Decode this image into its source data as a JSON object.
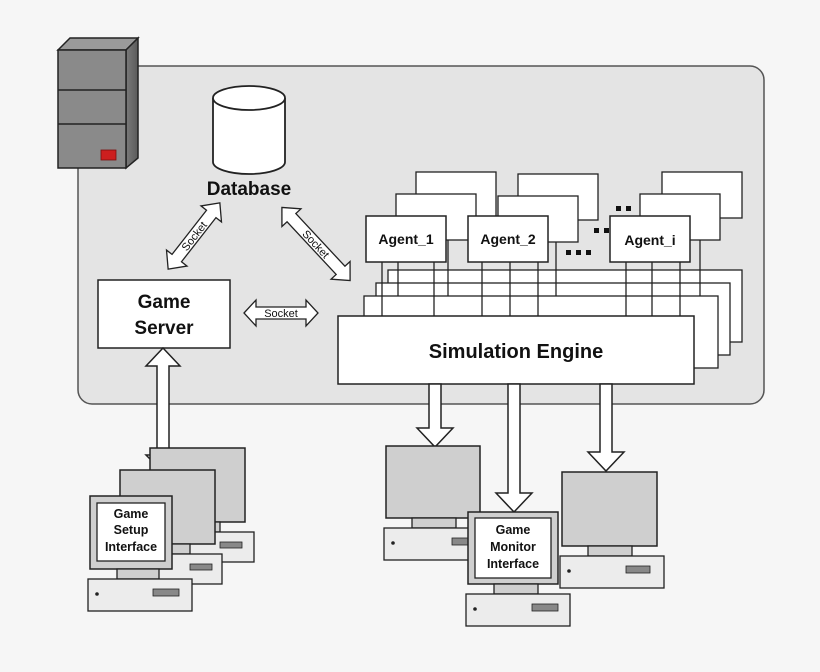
{
  "labels": {
    "database": "Database",
    "game_server_line1": "Game",
    "game_server_line2": "Server",
    "simulation_engine": "Simulation Engine",
    "agent_1": "Agent_1",
    "agent_2": "Agent_2",
    "agent_i": "Agent_i",
    "socket": "Socket",
    "setup_line1": "Game",
    "setup_line2": "Setup",
    "setup_line3": "Interface",
    "monitor_line1": "Game",
    "monitor_line2": "Monitor",
    "monitor_line3": "Interface"
  },
  "colors": {
    "background": "#f6f6f6",
    "panel": "#e4e4e4",
    "server_tower": "#8a8a8a",
    "power_led": "#cc1f1f",
    "monitor_face": "#cfcfcf",
    "box_fill": "#ffffff",
    "stroke": "#222222"
  }
}
